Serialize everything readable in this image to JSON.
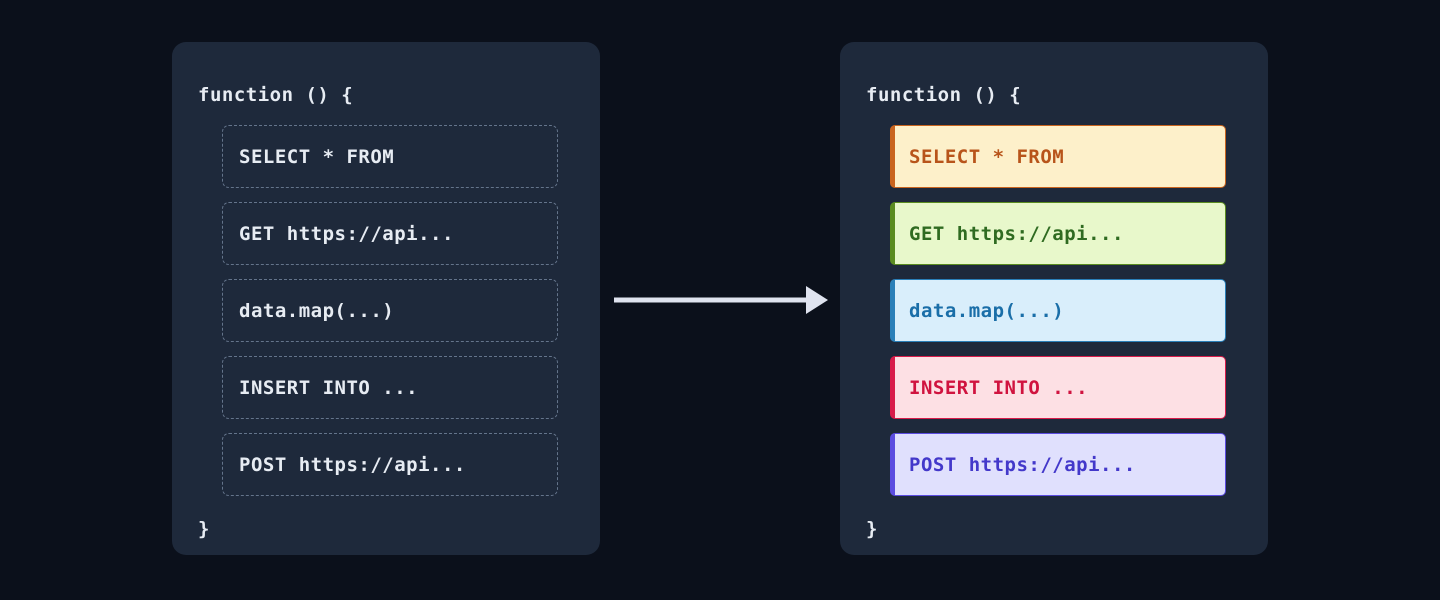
{
  "theme": {
    "page_background": "#0b101b",
    "panel_background": "#1e293b",
    "code_text": "#e7ecf3",
    "dashed_border": "#64748b",
    "arrow_color": "#dfe3ef"
  },
  "left_panel": {
    "title": "function () {",
    "open_brace": "function () {",
    "close_brace": "}",
    "items": [
      {
        "label": "SELECT * FROM",
        "name": "select-statement"
      },
      {
        "label": "GET https://api...",
        "name": "get-request"
      },
      {
        "label": "data.map(...)",
        "name": "data-map-call"
      },
      {
        "label": "INSERT INTO ...",
        "name": "insert-statement"
      },
      {
        "label": "POST https://api...",
        "name": "post-request"
      }
    ]
  },
  "right_panel": {
    "title": "function () {",
    "open_brace": "function () {",
    "close_brace": "}",
    "items": [
      {
        "label": "SELECT * FROM",
        "name": "select-statement",
        "fill": "#fdf0ca",
        "border": "#c9641e",
        "accent": "#c9641e",
        "text": "#b8541a"
      },
      {
        "label": "GET https://api...",
        "name": "get-request",
        "fill": "#e8f8cb",
        "border": "#5a8c20",
        "accent": "#5a8c20",
        "text": "#2f6b21"
      },
      {
        "label": "data.map(...)",
        "name": "data-map-call",
        "fill": "#d9eefb",
        "border": "#2a7fb8",
        "accent": "#2a7fb8",
        "text": "#1a6ea8"
      },
      {
        "label": "INSERT INTO ...",
        "name": "insert-statement",
        "fill": "#fde0e4",
        "border": "#d81b4a",
        "accent": "#d81b4a",
        "text": "#d0133f"
      },
      {
        "label": "POST https://api...",
        "name": "post-request",
        "fill": "#e0e0fd",
        "border": "#5b4ce0",
        "accent": "#5b4ce0",
        "text": "#4338ca"
      }
    ]
  },
  "arrow": {
    "name": "transform-arrow",
    "direction": "right",
    "color": "#dfe3ef"
  }
}
